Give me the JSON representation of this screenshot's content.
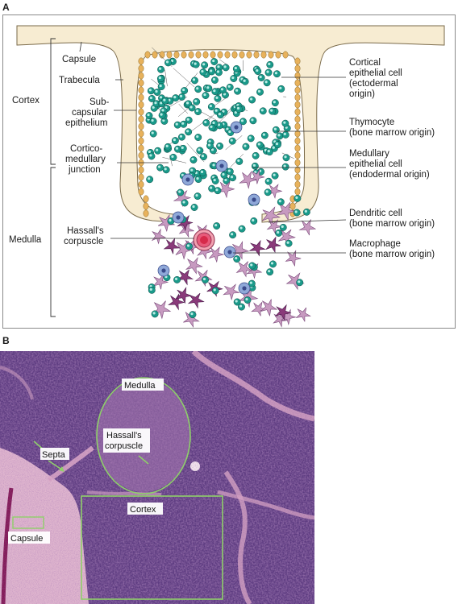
{
  "panel_a": {
    "letter": "A",
    "labels_left": {
      "capsule": "Capsule",
      "trabecula": "Trabecula",
      "cortex": "Cortex",
      "subcapsular": [
        "Sub-",
        "capsular",
        "epithelium"
      ],
      "corticomedullary": [
        "Cortico-",
        "medullary",
        "junction"
      ],
      "medulla": "Medulla",
      "hassals": [
        "Hassall's",
        "corpuscle"
      ]
    },
    "labels_right": {
      "cortical_epithelial": [
        "Cortical",
        "epithelial cell",
        "(ectodermal",
        "origin)"
      ],
      "thymocyte": [
        "Thymocyte",
        "(bone marrow origin)"
      ],
      "medullary_epithelial": [
        "Medullary",
        "epithelial cell",
        "(endodermal origin)"
      ],
      "dendritic": [
        "Dendritic cell",
        "(bone marrow origin)"
      ],
      "macrophage": [
        "Macrophage",
        "(bone marrow origin)"
      ]
    },
    "colors": {
      "capsule_fill": "#f7ecd2",
      "capsule_stroke": "#7a6a4a",
      "epithelial_orange": "#e8b25c",
      "thymocyte_teal": "#1a9a8a",
      "medullary_purple": "#c79ac0",
      "dendritic_purple": "#8a3a7a",
      "macrophage_blue": "#8fa8d8",
      "hassal_red": "#d62a4a"
    }
  },
  "panel_b": {
    "letter": "B",
    "labels": {
      "medulla": "Medulla",
      "hassals": [
        "Hassall's",
        "corpuscle"
      ],
      "septa": "Septa",
      "cortex": "Cortex",
      "capsule": "Capsule"
    },
    "colors": {
      "tissue_dark": "#4a2a6a",
      "tissue_light": "#d9a8c8",
      "outline_green": "#8fcf6a"
    }
  }
}
